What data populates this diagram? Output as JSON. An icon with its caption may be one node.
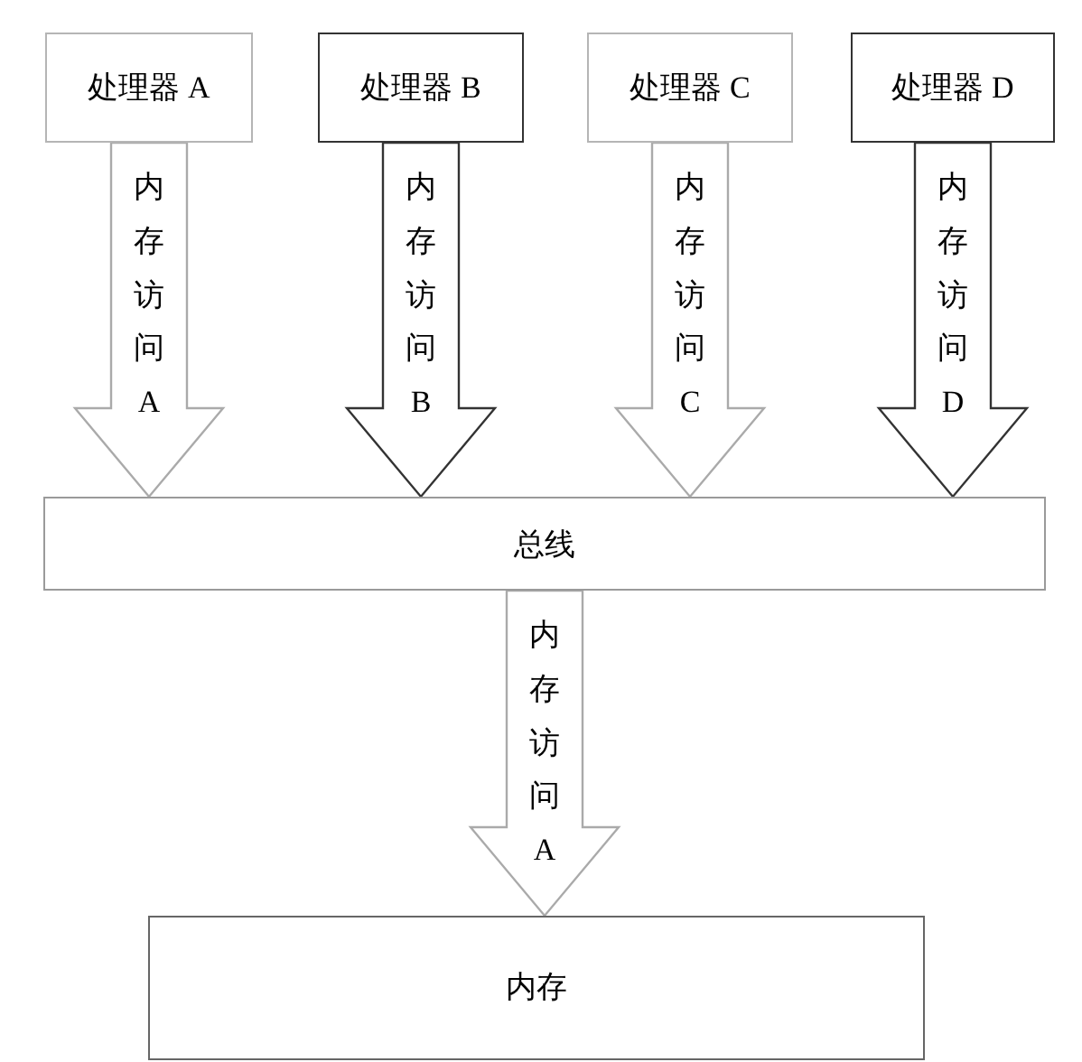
{
  "diagram": {
    "nodes": [
      {
        "text": [
          "处理器 A"
        ]
      },
      {
        "text": [
          "处理器 B"
        ]
      },
      {
        "text": [
          "处理器 C"
        ]
      },
      {
        "text": [
          "处理器 D"
        ]
      },
      {
        "text": [
          "总线"
        ]
      },
      {
        "text": [
          "内存"
        ]
      }
    ],
    "edges": [
      {
        "from": 0,
        "to": 4,
        "arrow": "to",
        "label": "内存访问A"
      },
      {
        "from": 1,
        "to": 4,
        "arrow": "to",
        "label": "内存访问B",
        "color": "#333333"
      },
      {
        "from": 2,
        "to": 4,
        "arrow": "to",
        "label": "内存访问C"
      },
      {
        "from": 3,
        "to": 4,
        "arrow": "to",
        "label": "内存访问D",
        "color": "#333333"
      },
      {
        "from": 4,
        "to": 5,
        "arrow": "to",
        "label": "内存访问A"
      }
    ]
  }
}
